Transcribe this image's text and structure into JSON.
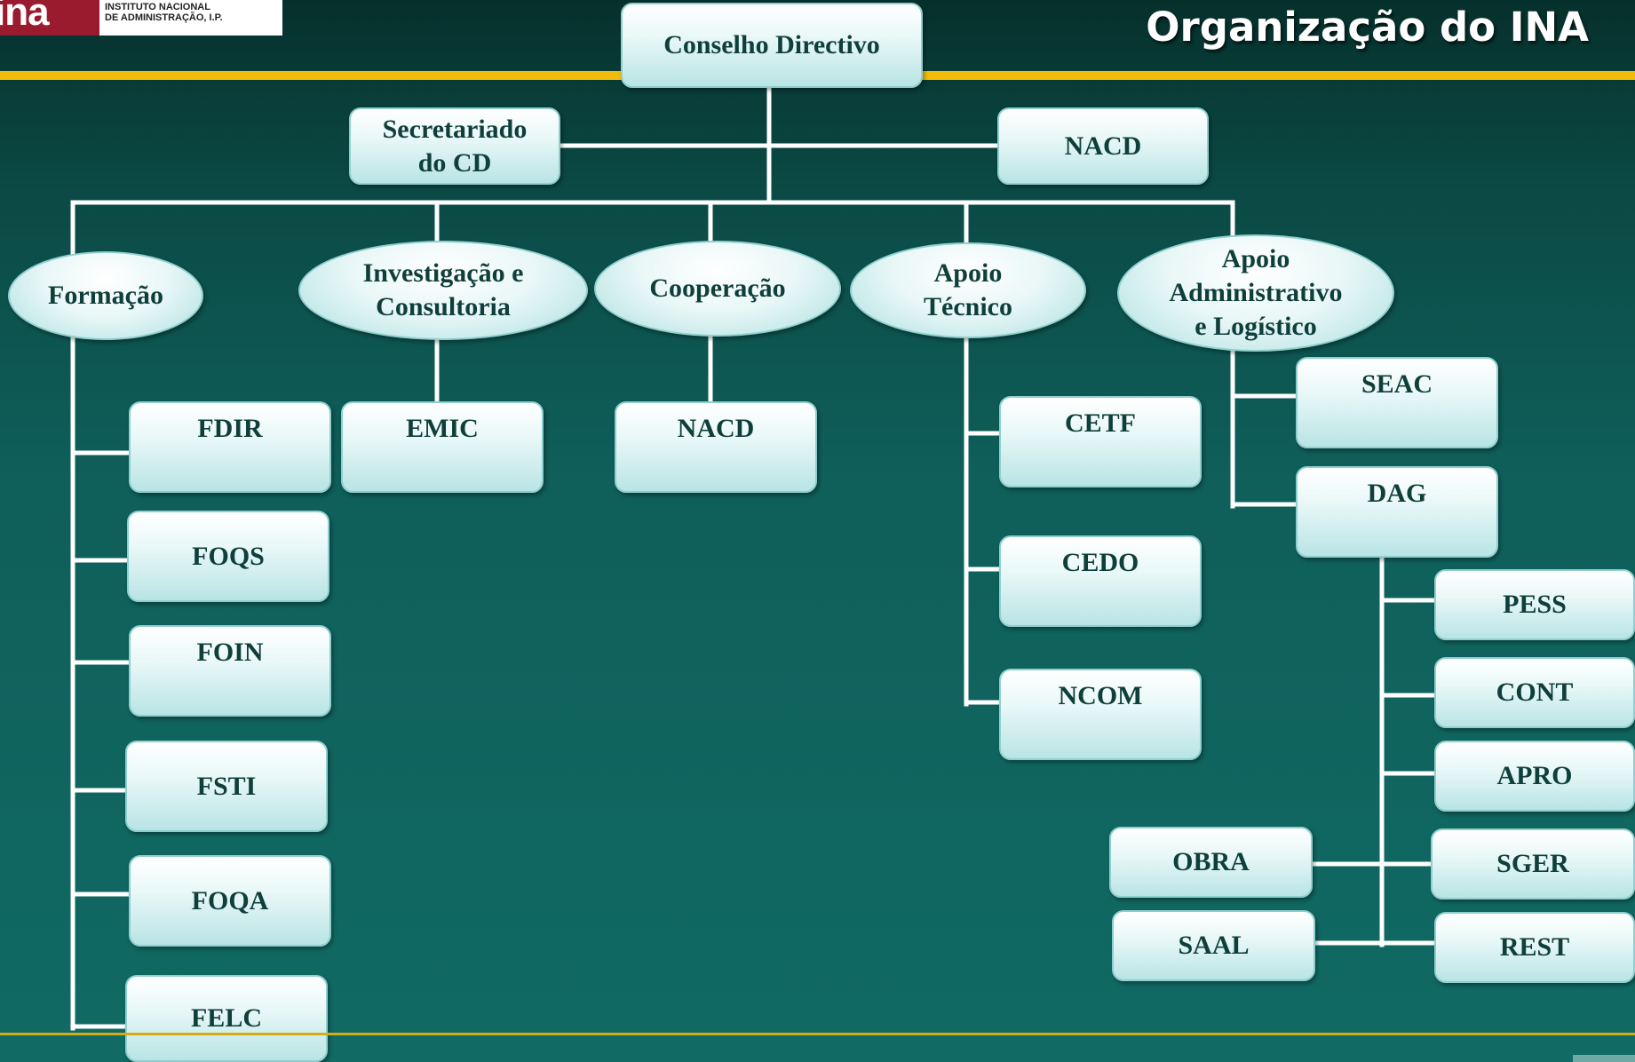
{
  "header": {
    "logo_mark": "ina",
    "logo_line1": "INSTITUTO NACIONAL",
    "logo_line2": "DE ADMINISTRAÇÃO, I.P.",
    "title": "Organização do INA"
  },
  "colors": {
    "background_top": "#06302c",
    "background_bottom": "#116a64",
    "accent_bar": "#f1bd0a",
    "node_fill": "#e9f7f7",
    "node_text": "#0f3f3b",
    "connector": "#ffffff",
    "logo_red": "#9a1b2e"
  },
  "org_chart": {
    "root": "Conselho Directivo",
    "staff": {
      "secretariado": "Secretariado\ndo CD",
      "nacd": "NACD"
    },
    "units": [
      {
        "label": "Formação",
        "children": [
          "FDIR",
          "FOQS",
          "FOIN",
          "FSTI",
          "FOQA",
          "FELC"
        ]
      },
      {
        "label": "Investigação e\nConsultoria",
        "children": [
          "EMIC"
        ]
      },
      {
        "label": "Cooperação",
        "children": [
          "NACD"
        ]
      },
      {
        "label": "Apoio\nTécnico",
        "children": [
          "CETF",
          "CEDO",
          "NCOM"
        ]
      },
      {
        "label": "Apoio\nAdministrativo\ne Logístico",
        "children": [
          "SEAC",
          "DAG"
        ],
        "dag_children_right": [
          "PESS",
          "CONT",
          "APRO",
          "SGER",
          "REST"
        ],
        "dag_children_left": [
          "OBRA",
          "SAAL"
        ]
      }
    ]
  }
}
